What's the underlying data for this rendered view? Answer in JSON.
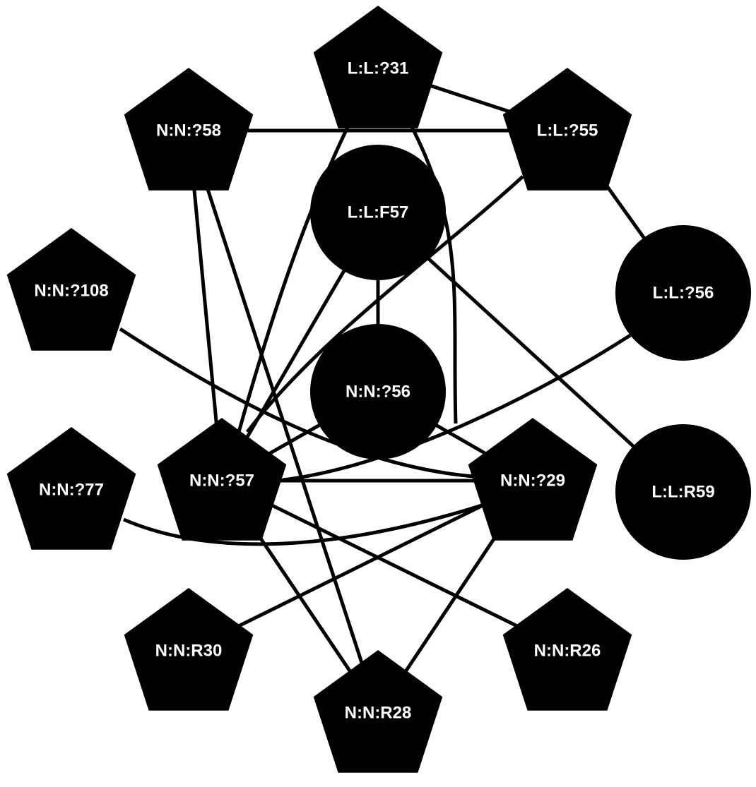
{
  "colors": {
    "background": "#ffffff",
    "node_fill": "#000000",
    "node_text": "#ffffff",
    "edge": "#000000"
  },
  "nodes": [
    {
      "id": "L:L:?31",
      "label": "L:L:?31",
      "shape": "pentagon"
    },
    {
      "id": "N:N:?58",
      "label": "N:N:?58",
      "shape": "pentagon"
    },
    {
      "id": "L:L:?55",
      "label": "L:L:?55",
      "shape": "pentagon"
    },
    {
      "id": "L:L:F57",
      "label": "L:L:F57",
      "shape": "circle"
    },
    {
      "id": "L:L:?56",
      "label": "L:L:?56",
      "shape": "circle"
    },
    {
      "id": "N:N:?108",
      "label": "N:N:?108",
      "shape": "pentagon"
    },
    {
      "id": "N:N:?56",
      "label": "N:N:?56",
      "shape": "circle"
    },
    {
      "id": "N:N:?77",
      "label": "N:N:?77",
      "shape": "pentagon"
    },
    {
      "id": "N:N:?57",
      "label": "N:N:?57",
      "shape": "pentagon"
    },
    {
      "id": "N:N:?29",
      "label": "N:N:?29",
      "shape": "pentagon"
    },
    {
      "id": "L:L:R59",
      "label": "L:L:R59",
      "shape": "circle"
    },
    {
      "id": "N:N:R30",
      "label": "N:N:R30",
      "shape": "pentagon"
    },
    {
      "id": "N:N:R26",
      "label": "N:N:R26",
      "shape": "pentagon"
    },
    {
      "id": "N:N:R28",
      "label": "N:N:R28",
      "shape": "pentagon"
    }
  ],
  "edges": [
    {
      "from": "L:L:?31",
      "to": "L:L:?55"
    },
    {
      "from": "L:L:?31",
      "to": "N:N:?57"
    },
    {
      "from": "L:L:?31",
      "to": "N:N:R26"
    },
    {
      "from": "N:N:?58",
      "to": "L:L:?55"
    },
    {
      "from": "N:N:?58",
      "to": "N:N:?57"
    },
    {
      "from": "N:N:?58",
      "to": "N:N:R28"
    },
    {
      "from": "L:L:?55",
      "to": "L:L:?56"
    },
    {
      "from": "L:L:?55",
      "to": "N:N:?57"
    },
    {
      "from": "L:L:F57",
      "to": "N:N:?56"
    },
    {
      "from": "L:L:F57",
      "to": "N:N:?57"
    },
    {
      "from": "L:L:F57",
      "to": "L:L:R59"
    },
    {
      "from": "L:L:?56",
      "to": "N:N:?57"
    },
    {
      "from": "N:N:?108",
      "to": "N:N:?29"
    },
    {
      "from": "N:N:?56",
      "to": "N:N:?57"
    },
    {
      "from": "N:N:?56",
      "to": "N:N:?29"
    },
    {
      "from": "N:N:?77",
      "to": "N:N:?29"
    },
    {
      "from": "N:N:?57",
      "to": "N:N:?29"
    },
    {
      "from": "N:N:?57",
      "to": "N:N:R26"
    },
    {
      "from": "N:N:?57",
      "to": "N:N:R28"
    },
    {
      "from": "N:N:?29",
      "to": "N:N:R30"
    },
    {
      "from": "N:N:?29",
      "to": "N:N:R28"
    }
  ]
}
